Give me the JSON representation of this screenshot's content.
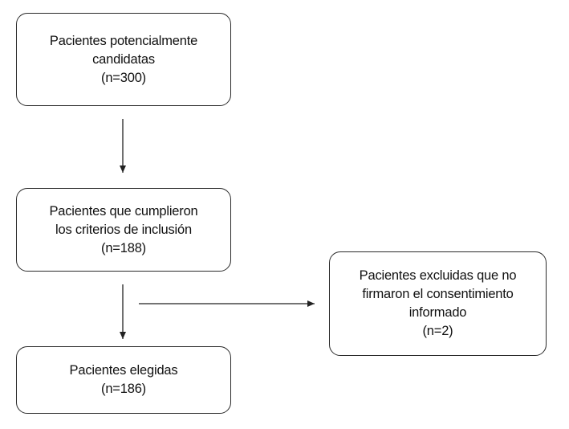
{
  "flowchart": {
    "candidates": {
      "line1": "Pacientes potencialmente",
      "line2": "candidatas",
      "count": "(n=300)"
    },
    "criteria": {
      "line1": "Pacientes que cumplieron",
      "line2": "los criterios de inclusión",
      "count": "(n=188)"
    },
    "excluded": {
      "line1": "Pacientes excluidas que no",
      "line2": "firmaron el consentimiento",
      "line3": "informado",
      "count": "(n=2)"
    },
    "elected": {
      "line1": "Pacientes elegidas",
      "count": "(n=186)"
    }
  }
}
